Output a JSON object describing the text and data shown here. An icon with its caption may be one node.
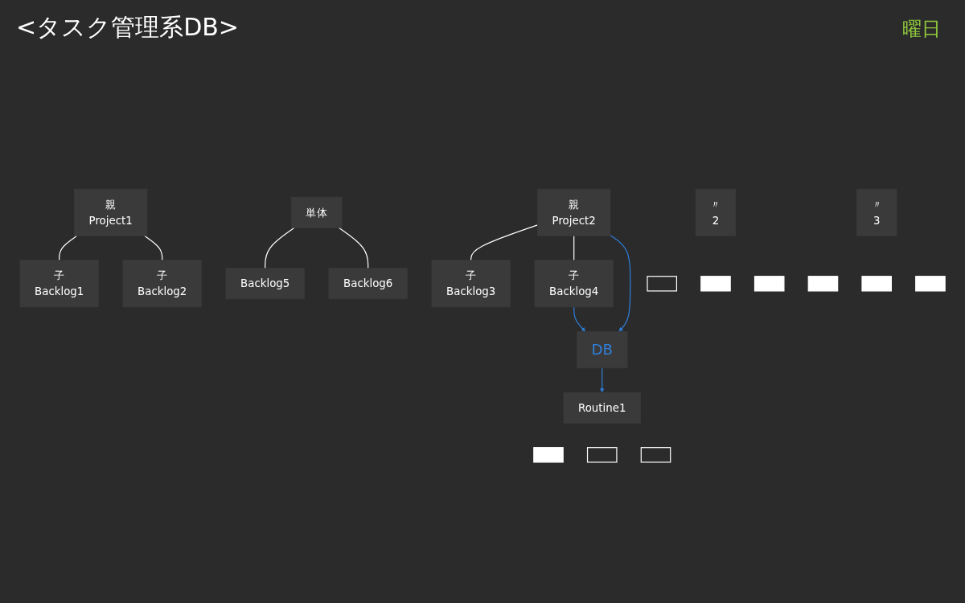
{
  "diagram": {
    "title": "<タスク管理系DB>",
    "nodes": [
      {
        "text": [
          "DB"
        ]
      },
      {
        "text": [
          "親",
          "Project1"
        ]
      },
      {
        "text": [
          "親",
          "Project2"
        ]
      },
      {
        "text": [
          "子",
          "Backlog1"
        ]
      },
      {
        "text": [
          "子",
          "Backlog2"
        ]
      },
      {
        "text": [
          "子",
          "Backlog3"
        ]
      },
      {
        "text": [
          "子",
          "Backlog4"
        ]
      },
      {
        "text": [
          "Backlog5"
        ]
      },
      {
        "text": [
          "Backlog6"
        ]
      },
      {
        "text": [
          "単体"
        ]
      },
      {
        "text": [
          "Routine1"
        ]
      },
      {
        "text": [],
        "shape": "checked"
      },
      {
        "text": [],
        "shape": "checkbox"
      },
      {
        "text": [],
        "shape": "checkbox"
      },
      {
        "text": [
          "〃",
          "2"
        ]
      },
      {
        "text": [],
        "shape": "checkbox"
      },
      {
        "text": [],
        "shape": "checked"
      },
      {
        "text": [],
        "shape": "checked"
      },
      {
        "text": [
          "〃",
          "3"
        ]
      },
      {
        "text": [],
        "shape": "checked"
      },
      {
        "text": [],
        "shape": "checked"
      },
      {
        "text": [],
        "shape": "checked"
      }
    ],
    "edges": [
      {
        "from": 1,
        "to": 3,
        "arrow": "none"
      },
      {
        "from": 1,
        "to": 4,
        "arrow": "none"
      },
      {
        "from": 2,
        "to": 5,
        "arrow": "none"
      },
      {
        "from": 2,
        "to": 6,
        "arrow": "none"
      },
      {
        "from": 9,
        "to": 7,
        "arrow": "none"
      },
      {
        "from": 9,
        "to": 8,
        "arrow": "none"
      },
      {
        "from": 2,
        "to": 0,
        "arrow": "to",
        "color": "#2f7fd8"
      },
      {
        "from": 6,
        "to": 0,
        "arrow": "to",
        "color": "#2f7fd8"
      },
      {
        "from": 0,
        "to": 10,
        "arrow": "to",
        "color": "#2f7fd8"
      }
    ],
    "labels": [
      "曜日"
    ]
  }
}
